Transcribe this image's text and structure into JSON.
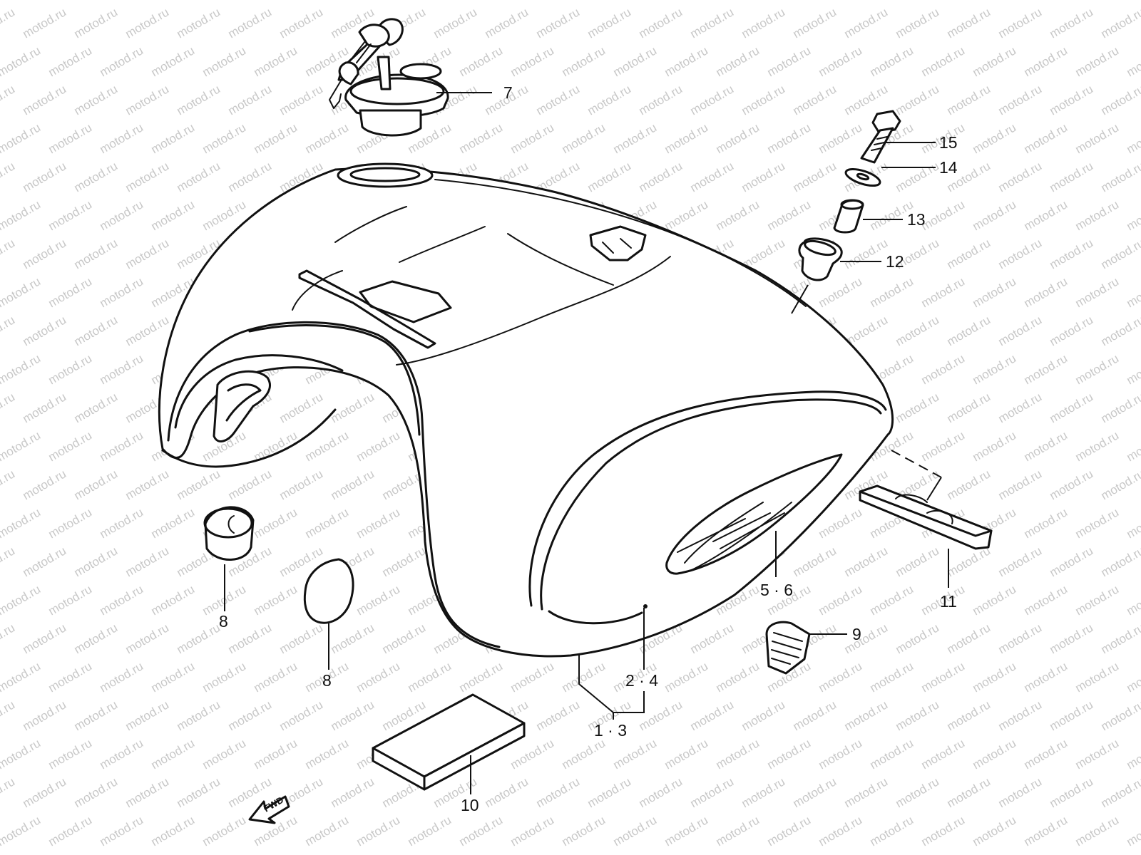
{
  "watermark": {
    "text": "motod.ru",
    "color": "#c8c8c8"
  },
  "direction_marker": {
    "text": "FWD",
    "icon": "forward-arrow-icon"
  },
  "callouts": [
    {
      "id": "c7",
      "label": "7"
    },
    {
      "id": "c15",
      "label": "15"
    },
    {
      "id": "c14",
      "label": "14"
    },
    {
      "id": "c13",
      "label": "13"
    },
    {
      "id": "c12",
      "label": "12"
    },
    {
      "id": "c56",
      "label": "5 · 6"
    },
    {
      "id": "c11",
      "label": "11"
    },
    {
      "id": "c8a",
      "label": "8"
    },
    {
      "id": "c8b",
      "label": "8"
    },
    {
      "id": "c9",
      "label": "9"
    },
    {
      "id": "c24",
      "label": "2 · 4"
    },
    {
      "id": "c13b",
      "label": "1 · 3"
    },
    {
      "id": "c10",
      "label": "10"
    }
  ],
  "parts": [
    {
      "name": "fuel-tank",
      "icon": "fuel-tank-icon"
    },
    {
      "name": "fuel-cap-with-keys",
      "icon": "fuel-cap-icon"
    },
    {
      "name": "bolt",
      "icon": "bolt-icon"
    },
    {
      "name": "washer",
      "icon": "washer-icon"
    },
    {
      "name": "spacer",
      "icon": "spacer-icon"
    },
    {
      "name": "cushion",
      "icon": "cushion-icon"
    },
    {
      "name": "tank-emblem",
      "icon": "emblem-icon"
    },
    {
      "name": "rear-cushion-pad",
      "icon": "pad-icon"
    },
    {
      "name": "cap-plug",
      "icon": "plug-icon"
    },
    {
      "name": "damper-block",
      "icon": "damper-icon"
    },
    {
      "name": "protective-sheet",
      "icon": "sheet-icon"
    }
  ]
}
